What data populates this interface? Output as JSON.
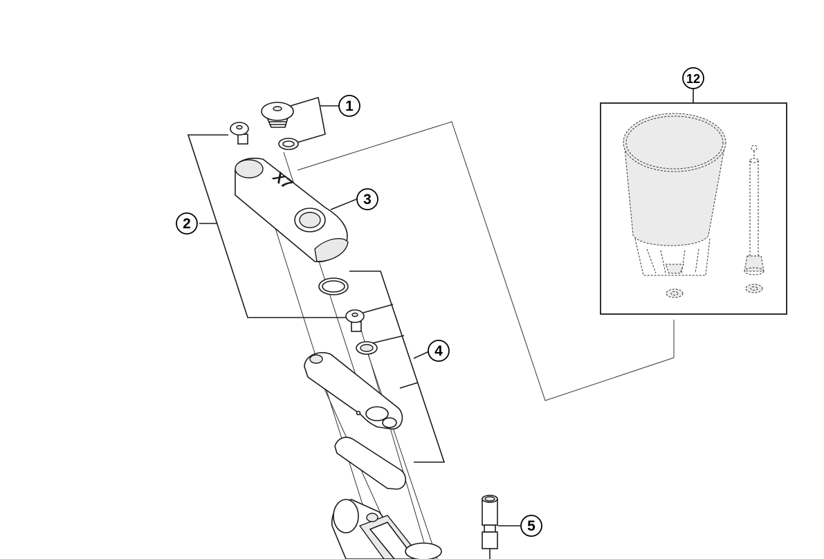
{
  "diagram": {
    "callouts": [
      "1",
      "2",
      "3",
      "4",
      "5",
      "12"
    ],
    "part_logo": "X7"
  }
}
